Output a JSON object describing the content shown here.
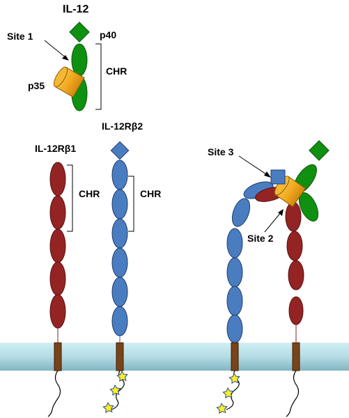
{
  "title": "IL-12",
  "labels": {
    "p40": "p40",
    "p35": "p35",
    "chr": "CHR",
    "site1": "Site 1",
    "site2": "Site 2",
    "site3": "Site 3",
    "receptor_beta1": "IL-12Rβ1",
    "receptor_beta2": "IL-12Rβ2"
  },
  "colors": {
    "p40": "#109010",
    "p35": "#f0a820",
    "beta1": "#942424",
    "beta2": "#4a7cc0",
    "membrane": "#b4dce4",
    "transmembrane": "#7a4418",
    "phospho": "#ffee22"
  }
}
